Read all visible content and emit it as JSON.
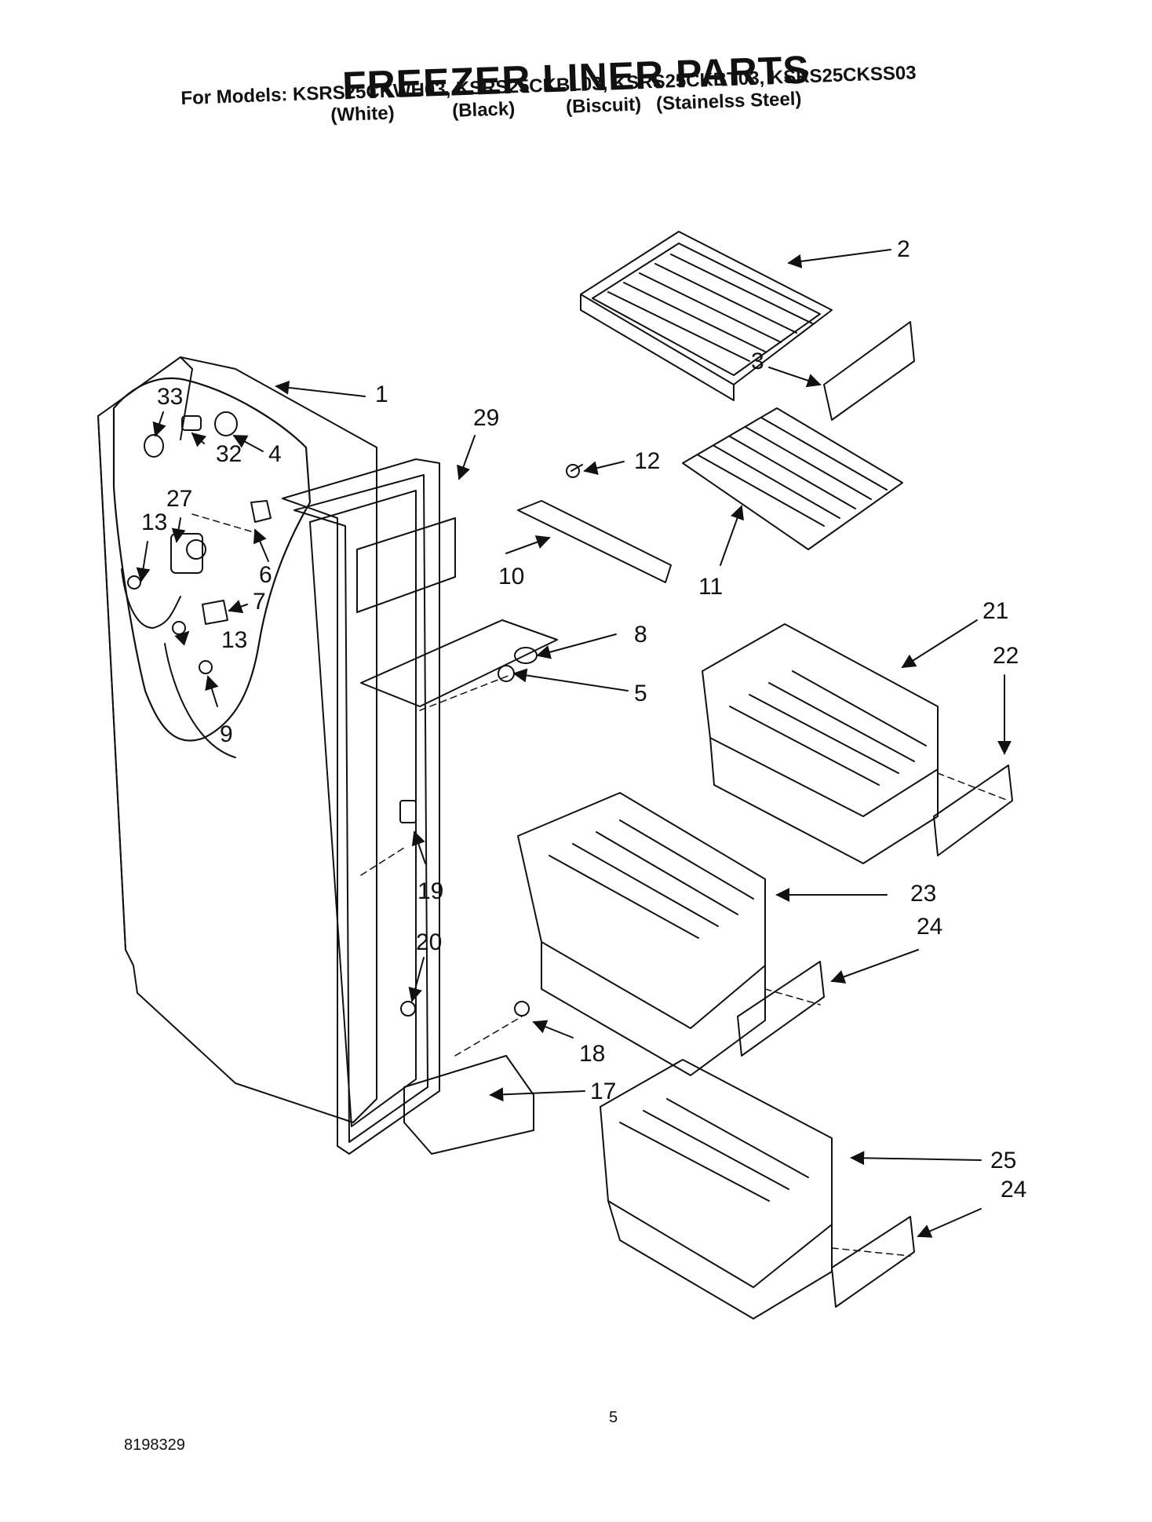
{
  "header": {
    "title": "FREEZER LINER PARTS",
    "models_line": "For Models: KSRS25CKWH03, KSRS25CKBL03, KSRS25CKBT03, KSRS25CKSS03",
    "colors": [
      "(White)",
      "(Black)",
      "(Biscuit)",
      "(Stainelss Steel)"
    ]
  },
  "callouts": [
    {
      "id": "c1",
      "label": "1"
    },
    {
      "id": "c2",
      "label": "2"
    },
    {
      "id": "c3",
      "label": "3"
    },
    {
      "id": "c4",
      "label": "4"
    },
    {
      "id": "c5",
      "label": "5"
    },
    {
      "id": "c6",
      "label": "6"
    },
    {
      "id": "c7",
      "label": "7"
    },
    {
      "id": "c8",
      "label": "8"
    },
    {
      "id": "c9",
      "label": "9"
    },
    {
      "id": "c10",
      "label": "10"
    },
    {
      "id": "c11",
      "label": "11"
    },
    {
      "id": "c12",
      "label": "12"
    },
    {
      "id": "c13a",
      "label": "13"
    },
    {
      "id": "c13b",
      "label": "13"
    },
    {
      "id": "c17",
      "label": "17"
    },
    {
      "id": "c18",
      "label": "18"
    },
    {
      "id": "c19",
      "label": "19"
    },
    {
      "id": "c20",
      "label": "20"
    },
    {
      "id": "c21",
      "label": "21"
    },
    {
      "id": "c22",
      "label": "22"
    },
    {
      "id": "c23",
      "label": "23"
    },
    {
      "id": "c24a",
      "label": "24"
    },
    {
      "id": "c24b",
      "label": "24"
    },
    {
      "id": "c25",
      "label": "25"
    },
    {
      "id": "c27",
      "label": "27"
    },
    {
      "id": "c29",
      "label": "29"
    },
    {
      "id": "c32",
      "label": "32"
    },
    {
      "id": "c33",
      "label": "33"
    }
  ],
  "footer": {
    "page_number": "5",
    "document_number": "8198329"
  }
}
